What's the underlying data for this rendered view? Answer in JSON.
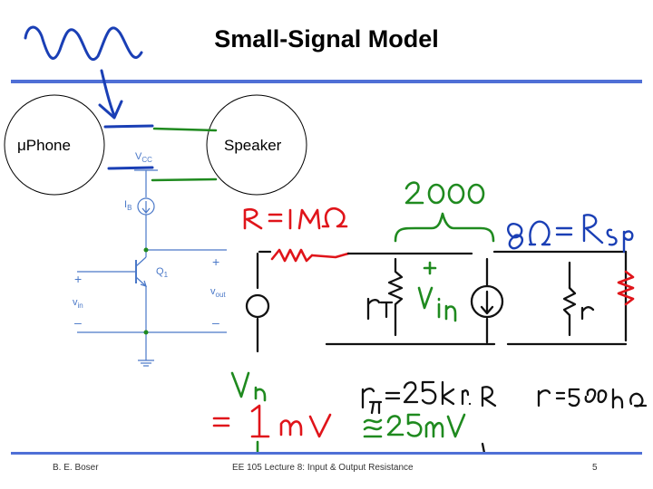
{
  "slide": {
    "title": "Small-Signal Model",
    "footer_left": "B. E. Boser",
    "footer_center": "EE 105 Lecture 8: Input & Output Resistance",
    "page_number": "5"
  },
  "blocks": {
    "phone_label": "μPhone",
    "speaker_label": "Speaker"
  },
  "circuit_labels": {
    "vcc_main": "V",
    "vcc_sub": "CC",
    "ib_main": "I",
    "ib_sub": "B",
    "q1_main": "Q",
    "q1_sub": "1",
    "vin_main": "v",
    "vin_sub": "in",
    "vout_main": "v",
    "vout_sub": "out",
    "plus": "+",
    "minus": "–"
  },
  "colors": {
    "rule": "#4f6fd6",
    "circuit": "#4a78c8",
    "ink_blue": "#1a3fb5",
    "ink_green": "#1f8a1f",
    "ink_red": "#e0141a",
    "ink_black": "#111111"
  }
}
